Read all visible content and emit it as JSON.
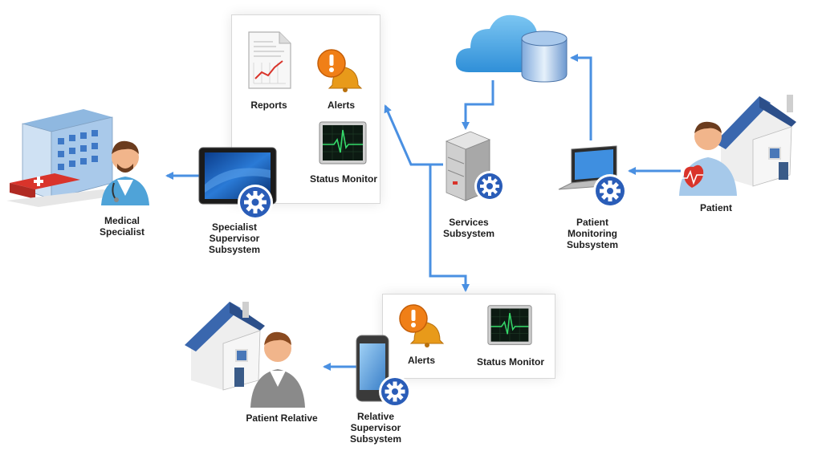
{
  "labels": {
    "reports": "Reports",
    "alerts_top": "Alerts",
    "status_top": "Status Monitor",
    "services": "Services\nSubsystem",
    "medical_specialist": "Medical\nSpecialist",
    "specialist_supervisor": "Specialist\nSupervisor\nSubsystem",
    "patient": "Patient",
    "patient_monitoring": "Patient\nMonitoring\nSubsystem",
    "alerts_bottom": "Alerts",
    "status_bottom": "Status Monitor",
    "patient_relative": "Patient Relative",
    "relative_supervisor": "Relative\nSupervisor\nSubsystem"
  },
  "colors": {
    "arrow": "#4a90e2",
    "cloud": "#3d9de0",
    "gear": "#2a5db8",
    "alert": "#f39c12",
    "monitor_wave": "#35d96a"
  }
}
